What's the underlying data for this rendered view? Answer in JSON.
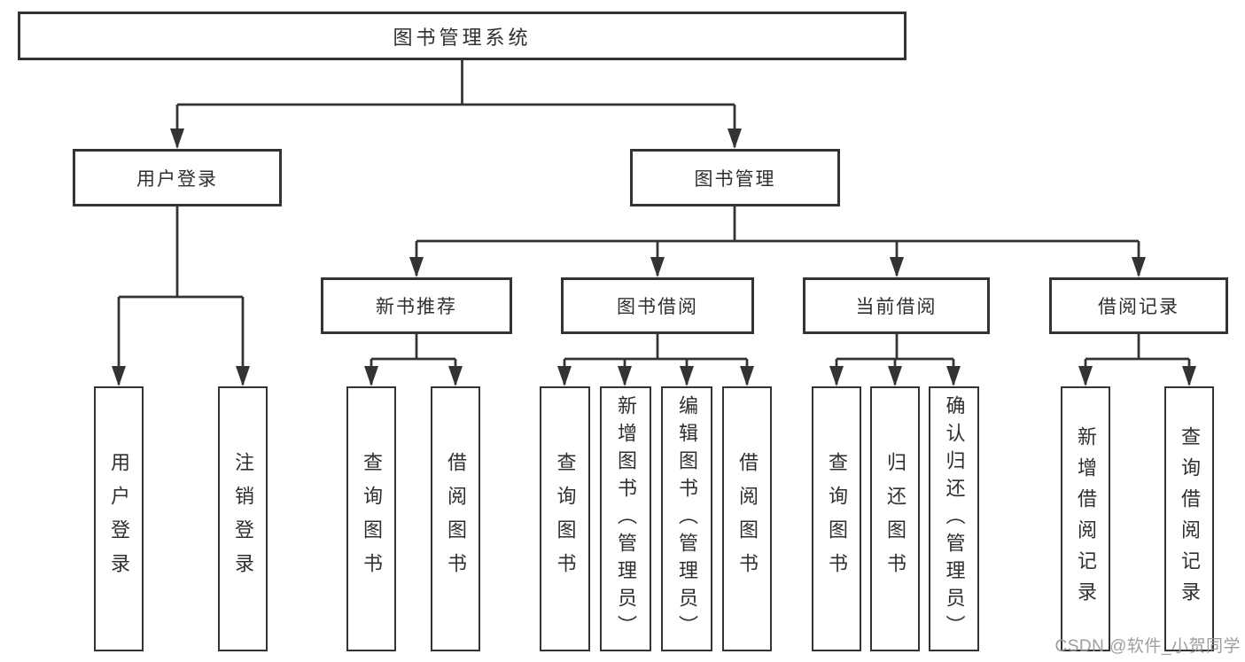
{
  "colors": {
    "background": "#ffffff",
    "line": "#333333",
    "box_border": "#333333",
    "text": "#2f2f2f",
    "watermark": "#969696"
  },
  "watermark": {
    "text": "CSDN @软件_小贺同学"
  },
  "tree": {
    "root": {
      "label": "图书管理系统",
      "children": [
        {
          "label": "用户登录",
          "children": [
            {
              "label": "用户登录"
            },
            {
              "label": "注销登录"
            }
          ]
        },
        {
          "label": "图书管理",
          "children": [
            {
              "label": "新书推荐",
              "children": [
                {
                  "label": "查询图书"
                },
                {
                  "label": "借阅图书"
                }
              ]
            },
            {
              "label": "图书借阅",
              "children": [
                {
                  "label": "查询图书"
                },
                {
                  "label": "新增图书（管理员）"
                },
                {
                  "label": "编辑图书（管理员）"
                },
                {
                  "label": "借阅图书"
                }
              ]
            },
            {
              "label": "当前借阅",
              "children": [
                {
                  "label": "查询图书"
                },
                {
                  "label": "归还图书"
                },
                {
                  "label": "确认归还（管理员）"
                }
              ]
            },
            {
              "label": "借阅记录",
              "children": [
                {
                  "label": "新增借阅记录"
                },
                {
                  "label": "查询借阅记录"
                }
              ]
            }
          ]
        }
      ]
    }
  }
}
